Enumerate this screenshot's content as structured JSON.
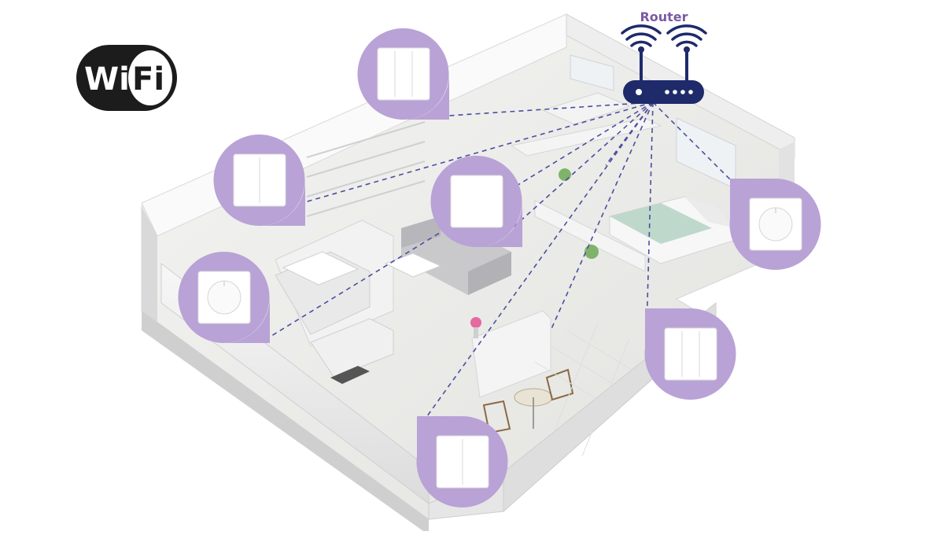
{
  "wifi_logo": {
    "text_left": "Wi",
    "text_right": "Fi"
  },
  "router": {
    "label": "Router"
  },
  "colors": {
    "pin_fill": "#b9a2d6",
    "pin_stroke": "#ffffff",
    "router_navy": "#1f2a6b",
    "dashed_link": "#4b4f9e",
    "router_label": "#7a5aa6",
    "wall": "#f3f3f3",
    "floor": "#ececea"
  },
  "devices": [
    {
      "name": "switch-top-3gang",
      "type": "3-gang wall switch"
    },
    {
      "name": "switch-left-2gang",
      "type": "2-gang wall switch"
    },
    {
      "name": "switch-center-1gang",
      "type": "1-gang wall switch"
    },
    {
      "name": "dimmer-left-round",
      "type": "round dimmer"
    },
    {
      "name": "dimmer-right-round",
      "type": "round dimmer"
    },
    {
      "name": "switch-right-3gang",
      "type": "3-gang wall switch"
    },
    {
      "name": "switch-bottom-2gang",
      "type": "2-gang wall switch"
    }
  ]
}
